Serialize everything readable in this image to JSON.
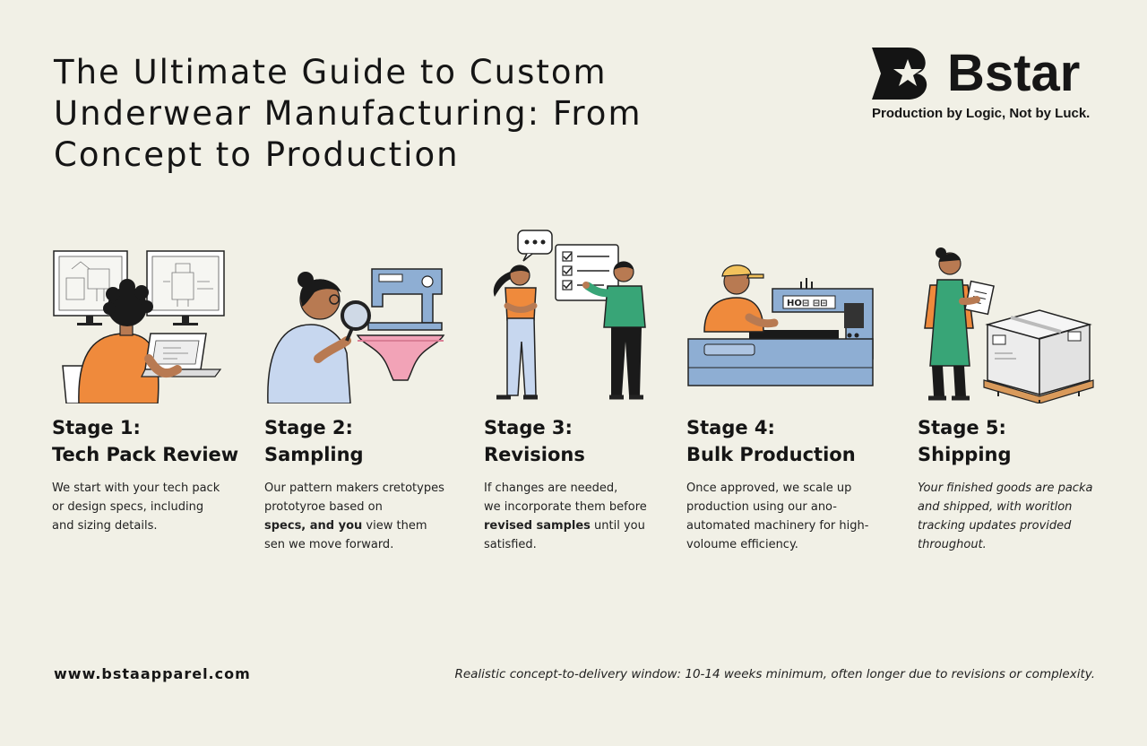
{
  "header": {
    "title_lines": [
      "The Ultimate Guide to Custom",
      "Underwear Manufacturing: From",
      "Concept to Production"
    ]
  },
  "brand": {
    "name": "Bstar",
    "tagline": "Production by Logic, Not by Luck.",
    "logo_icon": "b-star-logo-icon"
  },
  "stages": [
    {
      "number": "Stage 1:",
      "name": "Tech Pack Review",
      "desc_lines": [
        "We start with your tech pack",
        "or design specs, including",
        "and sizing details."
      ],
      "icon": "designer-at-computer-icon"
    },
    {
      "number": "Stage 2:",
      "name": "Sampling",
      "desc_lines": [
        "Our pattern makers cretotypes",
        "prototyroe based on"
      ],
      "desc_bold_a": "specs, and you",
      "desc_after_bold_a": " view them",
      "desc_last": "sen we move forward.",
      "icon": "inspector-with-magnifier-icon"
    },
    {
      "number": "Stage 3:",
      "name": "Revisions",
      "desc_lines": [
        "If changes are needed,",
        "we incorporate them before"
      ],
      "desc_bold": "revised samples",
      "desc_after_bold": " until you",
      "desc_last": "satisfied.",
      "icon": "team-reviewing-checklist-icon"
    },
    {
      "number": "Stage 4:",
      "name": "Bulk Production",
      "desc_lines": [
        "Once approved, we scale up",
        "production using our ano-",
        "automated machinery for high-",
        "voloume efficiency."
      ],
      "icon": "worker-at-machine-icon",
      "machine_label": "HO⊟ ⊟⊟"
    },
    {
      "number": "Stage 5:",
      "name": "Shipping",
      "desc_lines": [
        "Your finished goods are packa",
        "and shipped, with woritlon",
        "tracking updates provided",
        "throughout."
      ],
      "icon": "worker-with-pallet-icon"
    }
  ],
  "footer": {
    "website": "www.bstaapparel.com",
    "note": "Realistic concept-to-delivery window: 10-14 weeks minimum, often longer due to revisions or complexity."
  },
  "colors": {
    "background": "#f1f0e6",
    "orange": "#ef8a3c",
    "blue": "#8eaed3",
    "pink": "#f2a3b7",
    "green": "#38a577",
    "ink": "#161616"
  }
}
